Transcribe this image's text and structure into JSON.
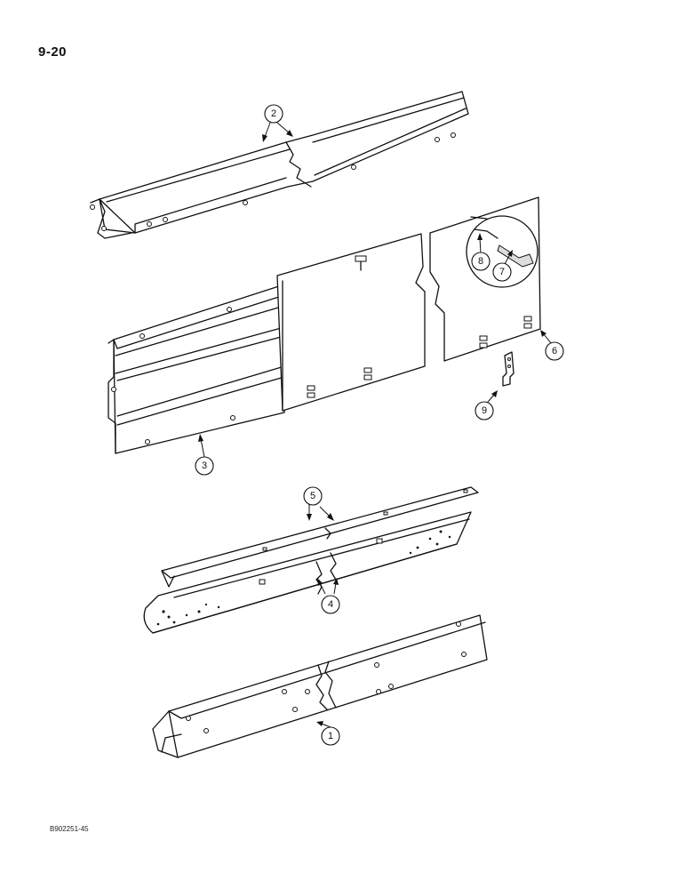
{
  "page": {
    "number": "9-20",
    "doc_code": "B902251-45"
  },
  "callouts": [
    "1",
    "2",
    "3",
    "4",
    "5",
    "6",
    "7",
    "8",
    "9"
  ]
}
